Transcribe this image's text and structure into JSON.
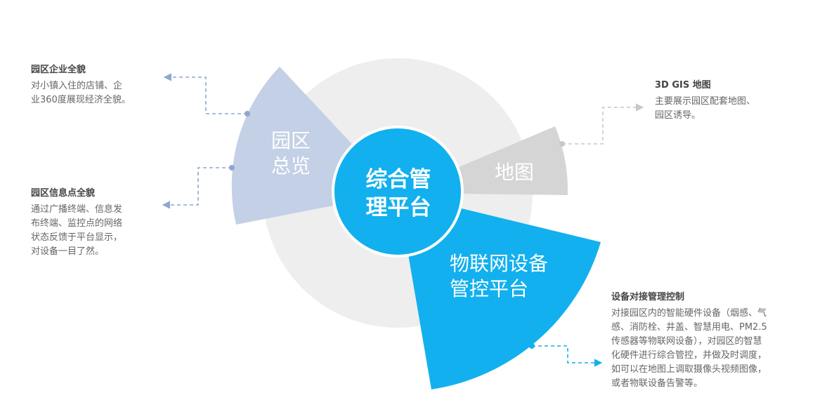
{
  "colors": {
    "background_circle": "#eeeeee",
    "park_overview": "#c3d0e6",
    "map": "#d5d5d5",
    "iot": "#12b0ee",
    "center": "#12b0ee",
    "connector_park": "#8fa7cc",
    "connector_map": "#c8c8c8",
    "connector_iot": "#12b0ee"
  },
  "center": {
    "line1": "综合管",
    "line2": "理平台"
  },
  "sectors": {
    "park_overview": {
      "line1": "园区",
      "line2": "总览"
    },
    "map": {
      "label": "地图"
    },
    "iot": {
      "line1": "物联网设备",
      "line2": "管控平台"
    }
  },
  "annotations": {
    "enterprise": {
      "title": "园区企业全貌",
      "lines": [
        "对小镇入住的店铺、企",
        "业360度展现经济全貌。"
      ]
    },
    "info_points": {
      "title": "园区信息点全貌",
      "lines": [
        "通过广播终端、信息发",
        "布终端、监控点的网络",
        "状态反馈于平台显示，",
        "对设备一目了然。"
      ]
    },
    "gis": {
      "title": "3D GIS 地图",
      "lines": [
        "主要展示园区配套地图、",
        "园区诱导。"
      ]
    },
    "device": {
      "title": "设备对接管理控制",
      "lines": [
        "对接园区内的智能硬件设备（烟感、气",
        "感、消防栓、井盖、智慧用电、PM2.5",
        "传感器等物联网设备），对园区的智慧",
        "化硬件进行综合管控，并做及时调度，",
        "如可以在地图上调取摄像头视频图像，",
        "或者物联设备告警等。"
      ]
    }
  }
}
